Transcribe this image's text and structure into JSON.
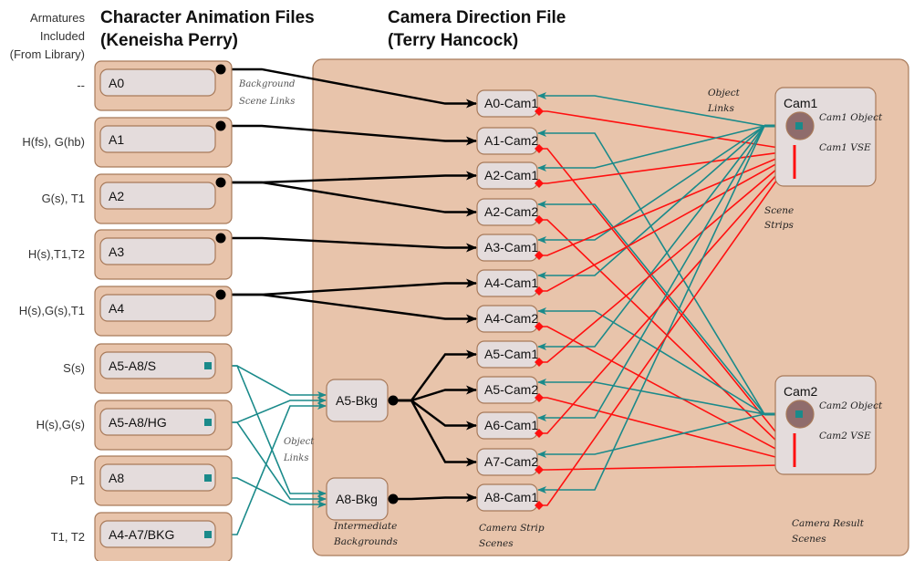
{
  "headers": {
    "armatures": [
      "Armatures",
      "Included",
      "(From Library)"
    ],
    "character_files": [
      "Character Animation Files",
      "(Keneisha Perry)"
    ],
    "camera_file": [
      "Camera Direction File",
      "(Terry Hancock)"
    ]
  },
  "character_files": [
    {
      "id": "A0",
      "armatures": "--",
      "link": "background"
    },
    {
      "id": "A1",
      "armatures": "H(fs), G(hb)",
      "link": "background"
    },
    {
      "id": "A2",
      "armatures": "G(s), T1",
      "link": "background"
    },
    {
      "id": "A3",
      "armatures": "H(s),T1,T2",
      "link": "background"
    },
    {
      "id": "A4",
      "armatures": "H(s),G(s),T1",
      "link": "background"
    },
    {
      "id": "A5-A8/S",
      "armatures": "S(s)",
      "link": "object"
    },
    {
      "id": "A5-A8/HG",
      "armatures": "H(s),G(s)",
      "link": "object"
    },
    {
      "id": "A8",
      "armatures": "P1",
      "link": "object"
    },
    {
      "id": "A4-A7/BKG",
      "armatures": "T1, T2",
      "link": "object"
    }
  ],
  "intermediate_backgrounds": [
    {
      "id": "A5-Bkg",
      "inputs": [
        "A5-A8/S",
        "A5-A8/HG",
        "A4-A7/BKG"
      ]
    },
    {
      "id": "A8-Bkg",
      "inputs": [
        "A5-A8/S",
        "A5-A8/HG",
        "A8"
      ]
    }
  ],
  "camera_strips": [
    {
      "id": "A0-Cam1",
      "source": "A0",
      "camera": "Cam1"
    },
    {
      "id": "A1-Cam2",
      "source": "A1",
      "camera": "Cam2"
    },
    {
      "id": "A2-Cam1",
      "source": "A2",
      "camera": "Cam1"
    },
    {
      "id": "A2-Cam2",
      "source": "A2",
      "camera": "Cam2"
    },
    {
      "id": "A3-Cam1",
      "source": "A3",
      "camera": "Cam1"
    },
    {
      "id": "A4-Cam1",
      "source": "A4",
      "camera": "Cam1"
    },
    {
      "id": "A4-Cam2",
      "source": "A4",
      "camera": "Cam2"
    },
    {
      "id": "A5-Cam1",
      "source": "A5-Bkg",
      "camera": "Cam1"
    },
    {
      "id": "A5-Cam2",
      "source": "A5-Bkg",
      "camera": "Cam2"
    },
    {
      "id": "A6-Cam1",
      "source": "A5-Bkg",
      "camera": "Cam1"
    },
    {
      "id": "A7-Cam2",
      "source": "A5-Bkg",
      "camera": "Cam2"
    },
    {
      "id": "A8-Cam1",
      "source": "A8-Bkg",
      "camera": "Cam1"
    }
  ],
  "cameras": [
    {
      "id": "Cam1",
      "object_label": "Cam1 Object",
      "vse_label": "Cam1 VSE"
    },
    {
      "id": "Cam2",
      "object_label": "Cam2 Object",
      "vse_label": "Cam2 VSE"
    }
  ],
  "annotations": {
    "background_links": [
      "Background",
      "Scene Links"
    ],
    "object_links_left": [
      "Object",
      "Links"
    ],
    "object_links_right": [
      "Object",
      "Links"
    ],
    "scene_strips": [
      "Scene",
      "Strips"
    ],
    "intermediate": [
      "Intermediate",
      "Backgrounds"
    ],
    "camera_strip_scenes": [
      "Camera Strip",
      "Scenes"
    ],
    "camera_result_scenes": [
      "Camera Result",
      "Scenes"
    ]
  },
  "colors": {
    "file_outer": "#e8c4ab",
    "node_inner": "#e4dcdc",
    "border": "#a87a5a",
    "background_link": "#000000",
    "object_link": "#1a8a8a",
    "scene_strip": "#ff1010",
    "camera_object": "#8f6c6c"
  }
}
